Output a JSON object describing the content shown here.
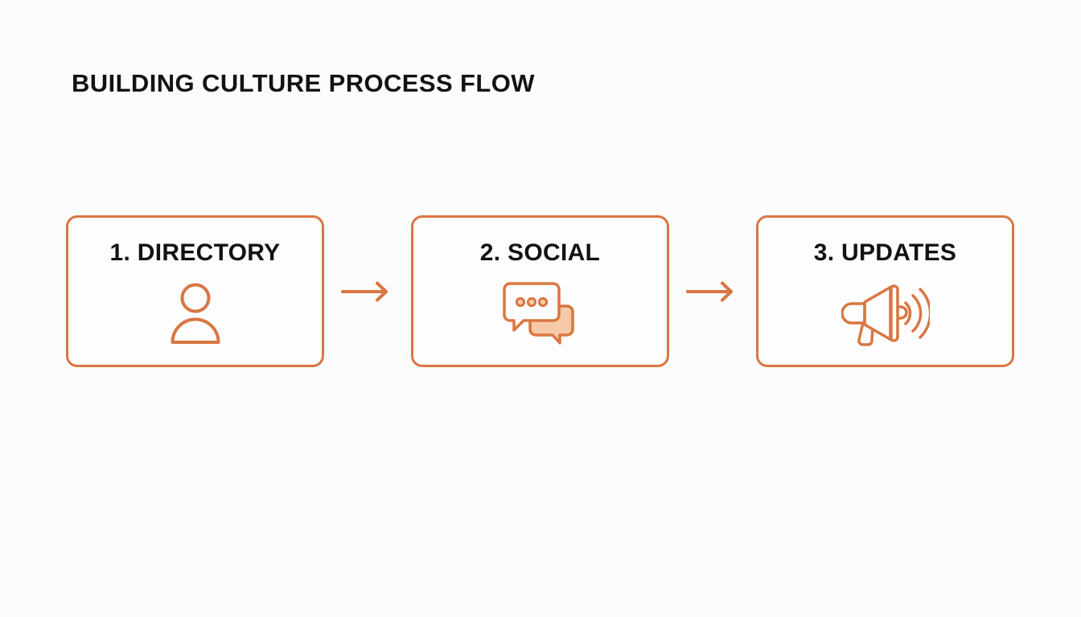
{
  "slide": {
    "title": "BUILDING CULTURE PROCESS FLOW",
    "background_color": "#fcfcfc",
    "accent_color": "#d97642",
    "accent_fill_color": "#f6c9a8",
    "text_color": "#121212"
  },
  "flow": {
    "steps": [
      {
        "label": "1. DIRECTORY",
        "number": "1",
        "name": "DIRECTORY",
        "icon": "person-icon"
      },
      {
        "label": "2. SOCIAL",
        "number": "2",
        "name": "SOCIAL",
        "icon": "chat-bubbles-icon"
      },
      {
        "label": "3. UPDATES",
        "number": "3",
        "name": "UPDATES",
        "icon": "megaphone-icon"
      }
    ],
    "connectors": [
      {
        "icon": "arrow-right-icon"
      },
      {
        "icon": "arrow-right-icon"
      }
    ]
  }
}
